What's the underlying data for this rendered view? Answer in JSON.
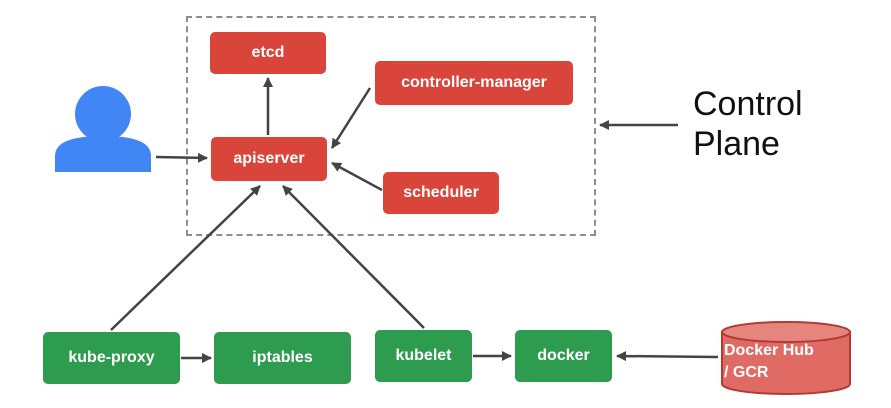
{
  "control_plane": {
    "label_line1": "Control",
    "label_line2": "Plane"
  },
  "nodes": {
    "etcd": "etcd",
    "controller_manager": "controller-manager",
    "apiserver": "apiserver",
    "scheduler": "scheduler",
    "kube_proxy": "kube-proxy",
    "iptables": "iptables",
    "kubelet": "kubelet",
    "docker": "docker",
    "registry_line1": "Docker Hub",
    "registry_line2": "/ GCR"
  },
  "icons": {
    "user": "user-icon",
    "database": "database-icon"
  },
  "colors": {
    "control_plane_node": "#d9443b",
    "worker_node": "#2e9c4f",
    "registry": "#e06b64",
    "user_icon": "#4285f4",
    "arrow": "#444444",
    "border": "#8e8e8e"
  }
}
